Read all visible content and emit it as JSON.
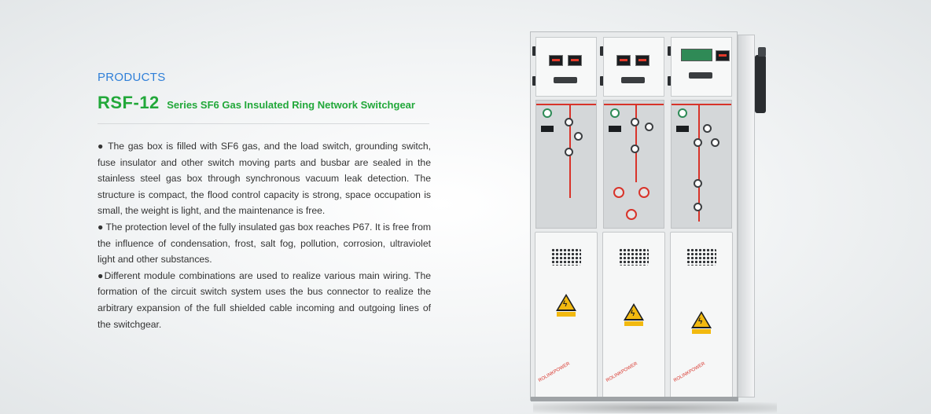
{
  "header": {
    "section_label": "PRODUCTS",
    "model": "RSF-12",
    "subtitle": "Series SF6 Gas Insulated Ring Network Switchgear"
  },
  "description": [
    "● The gas box is filled with SF6 gas, and the load switch, grounding switch, fuse insulator and other switch moving parts and busbar are sealed in the stainless steel gas box through synchronous vacuum leak detection. The structure is compact, the flood control capacity is strong, space occupation is small, the weight is light, and the maintenance is free.",
    "● The protection level of the fully insulated gas box reaches P67. It is free from the influence of condensation, frost, salt fog, pollution, corrosion, ultraviolet light and other substances.",
    "●Different module combinations are used to realize various main wiring. The formation of the circuit switch system uses the bus connector to realize the arbitrary expansion of the full shielded cable incoming and outgoing lines of the switchgear."
  ],
  "product_image": {
    "icon": "switchgear-cabinet-illustration",
    "brand_label": "ROLINKPOWER"
  },
  "colors": {
    "section_label": "#2f7fd8",
    "title_green": "#22a83a",
    "body_text": "#333333",
    "mimic_red": "#d8332a",
    "warning_yellow": "#f2b90f"
  }
}
